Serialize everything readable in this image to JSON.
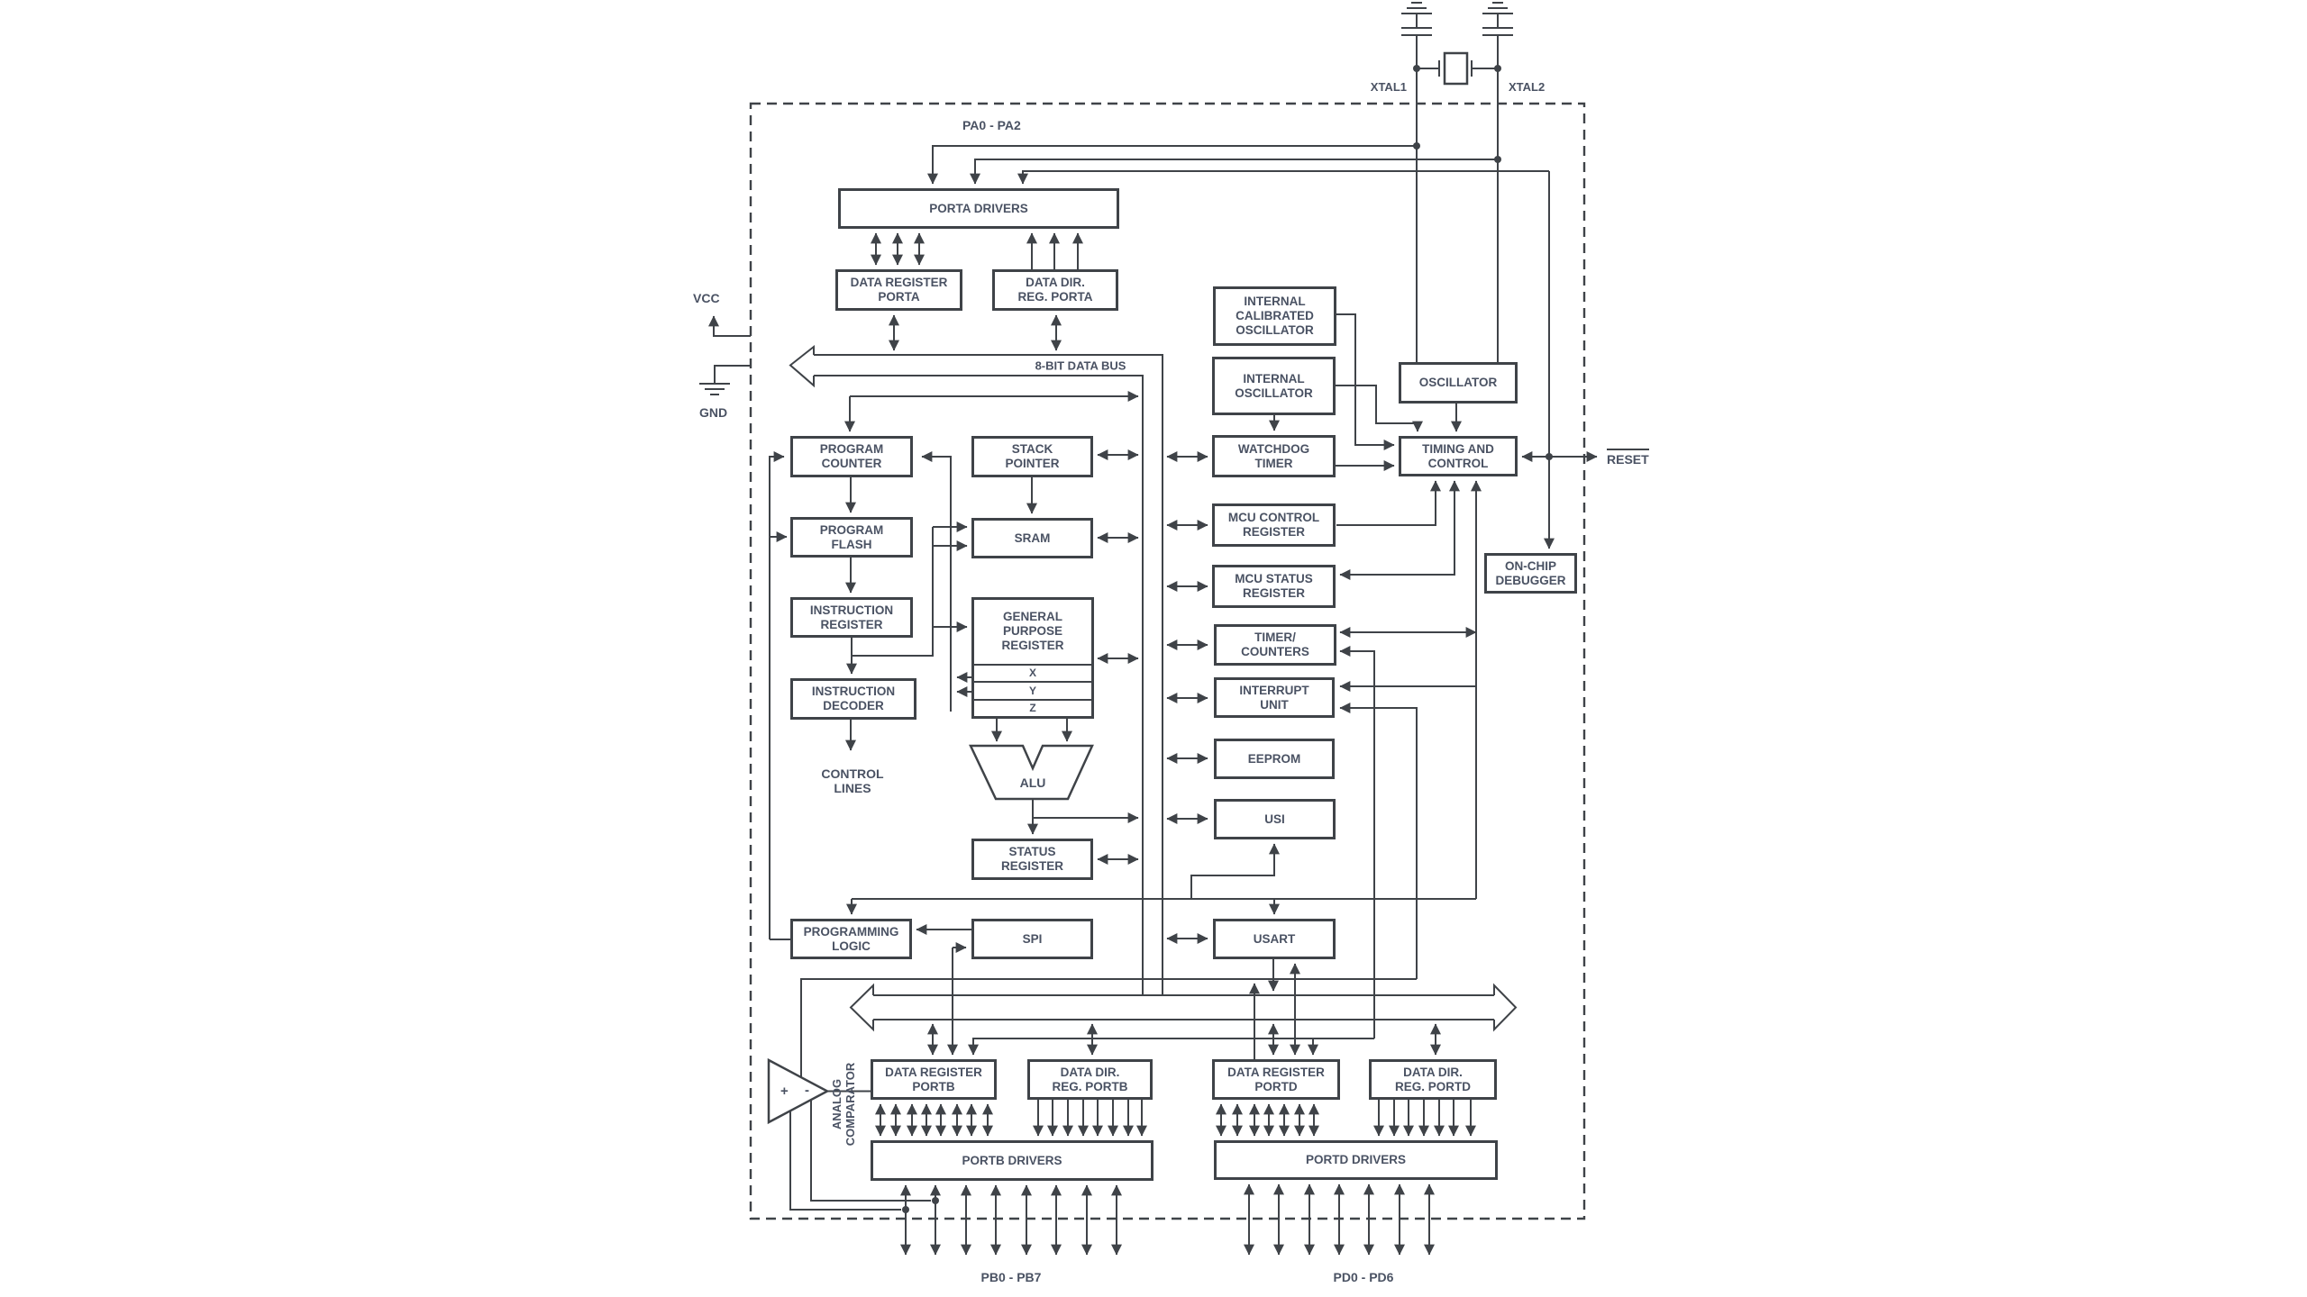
{
  "colors": {
    "line": "#3f4348",
    "text": "#4a5263"
  },
  "chip": {
    "blocks": {
      "porta_drivers": "PORTA DRIVERS",
      "data_register_porta": "DATA REGISTER\nPORTA",
      "data_dir_porta": "DATA DIR.\nREG. PORTA",
      "program_counter": "PROGRAM\nCOUNTER",
      "stack_pointer": "STACK\nPOINTER",
      "program_flash": "PROGRAM\nFLASH",
      "sram": "SRAM",
      "instruction_register": "INSTRUCTION\nREGISTER",
      "gpr": "GENERAL\nPURPOSE\nREGISTER",
      "xreg": "X",
      "yreg": "Y",
      "zreg": "Z",
      "instruction_decoder": "INSTRUCTION\nDECODER",
      "alu": "ALU",
      "status_register": "STATUS\nREGISTER",
      "programming_logic": "PROGRAMMING\nLOGIC",
      "spi": "SPI",
      "internal_calibrated_oscillator": "INTERNAL\nCALIBRATED\nOSCILLATOR",
      "internal_oscillator": "INTERNAL\nOSCILLATOR",
      "watchdog_timer": "WATCHDOG\nTIMER",
      "mcu_control_register": "MCU CONTROL\nREGISTER",
      "mcu_status_register": "MCU STATUS\nREGISTER",
      "timer_counters": "TIMER/\nCOUNTERS",
      "interrupt_unit": "INTERRUPT\nUNIT",
      "eeprom": "EEPROM",
      "usi": "USI",
      "usart": "USART",
      "oscillator": "OSCILLATOR",
      "timing_and_control": "TIMING AND\nCONTROL",
      "on_chip_debugger": "ON-CHIP\nDEBUGGER",
      "data_register_portb": "DATA REGISTER\nPORTB",
      "data_dir_portb": "DATA DIR.\nREG. PORTB",
      "portb_drivers": "PORTB DRIVERS",
      "data_register_portd": "DATA REGISTER\nPORTD",
      "data_dir_portd": "DATA DIR.\nREG. PORTD",
      "portd_drivers": "PORTD DRIVERS"
    },
    "labels": {
      "pa_pins": "PA0 - PA2",
      "pb_pins": "PB0 - PB7",
      "pd_pins": "PD0 - PD6",
      "xtal1": "XTAL1",
      "xtal2": "XTAL2",
      "vcc": "VCC",
      "gnd": "GND",
      "reset": "RESET",
      "data_bus": "8-BIT DATA BUS",
      "control_lines": "CONTROL\nLINES",
      "analog_comparator": "ANALOG\nCOMPARATOR",
      "comparator_plus": "+",
      "comparator_minus": "-"
    }
  }
}
